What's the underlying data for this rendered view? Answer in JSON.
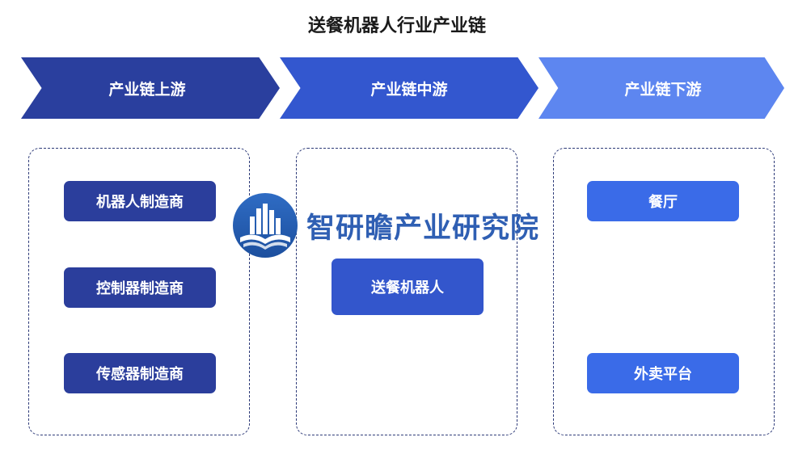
{
  "title": "送餐机器人行业产业链",
  "stages": {
    "upstream": {
      "label": "产业链上游",
      "color": "#2a3f9e"
    },
    "midstream": {
      "label": "产业链中游",
      "color": "#3357cf"
    },
    "downstream": {
      "label": "产业链下游",
      "color": "#5d86f0"
    }
  },
  "upstream_nodes": [
    {
      "label": "机器人制造商"
    },
    {
      "label": "控制器制造商"
    },
    {
      "label": "传感器制造商"
    }
  ],
  "midstream_nodes": [
    {
      "label": "送餐机器人"
    }
  ],
  "downstream_nodes": [
    {
      "label": "餐厅"
    },
    {
      "label": "外卖平台"
    }
  ],
  "watermark": {
    "text": "智研瞻产业研究院",
    "logo_icon": "city-book-logo-icon"
  }
}
